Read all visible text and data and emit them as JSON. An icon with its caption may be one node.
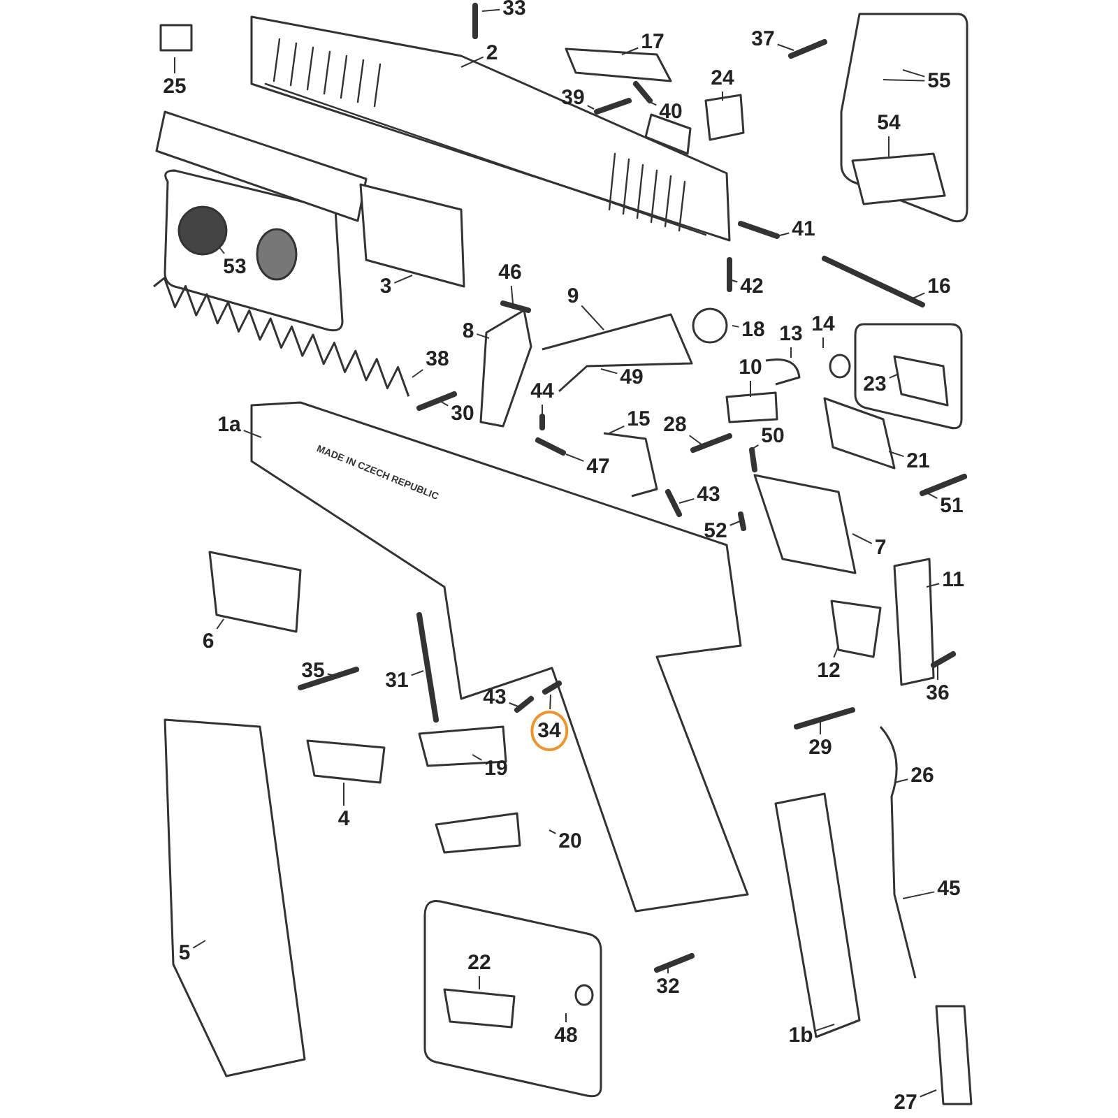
{
  "diagram": {
    "nodes": [
      {
        "text": [
          "25"
        ]
      },
      {
        "text": [
          "2"
        ]
      },
      {
        "text": [
          "33"
        ]
      },
      {
        "text": [
          "17"
        ]
      },
      {
        "text": [
          "37"
        ]
      },
      {
        "text": [
          "24"
        ]
      },
      {
        "text": [
          "55"
        ]
      },
      {
        "text": [
          "39"
        ]
      },
      {
        "text": [
          "40"
        ]
      },
      {
        "text": [
          "54"
        ]
      },
      {
        "text": [
          "53"
        ]
      },
      {
        "text": [
          "3"
        ]
      },
      {
        "text": [
          "46"
        ]
      },
      {
        "text": [
          "41"
        ]
      },
      {
        "text": [
          "42"
        ]
      },
      {
        "text": [
          "16"
        ]
      },
      {
        "text": [
          "8"
        ]
      },
      {
        "text": [
          "9"
        ]
      },
      {
        "text": [
          "18"
        ]
      },
      {
        "text": [
          "13"
        ]
      },
      {
        "text": [
          "14"
        ]
      },
      {
        "text": [
          "38"
        ]
      },
      {
        "text": [
          "30"
        ]
      },
      {
        "text": [
          "44"
        ]
      },
      {
        "text": [
          "49"
        ]
      },
      {
        "text": [
          "23"
        ]
      },
      {
        "text": [
          "1a"
        ]
      },
      {
        "text": [
          "10"
        ]
      },
      {
        "text": [
          "15"
        ]
      },
      {
        "text": [
          "28"
        ]
      },
      {
        "text": [
          "50"
        ]
      },
      {
        "text": [
          "21"
        ]
      },
      {
        "text": [
          "47"
        ]
      },
      {
        "text": [
          "43"
        ]
      },
      {
        "text": [
          "51"
        ]
      },
      {
        "text": [
          "52"
        ]
      },
      {
        "text": [
          "7"
        ]
      },
      {
        "text": [
          "6"
        ]
      },
      {
        "text": [
          "11"
        ]
      },
      {
        "text": [
          "12"
        ]
      },
      {
        "text": [
          "35"
        ]
      },
      {
        "text": [
          "31"
        ]
      },
      {
        "text": [
          "36"
        ]
      },
      {
        "text": [
          "43"
        ]
      },
      {
        "text": [
          "34"
        ]
      },
      {
        "text": [
          "29"
        ]
      },
      {
        "text": [
          "19"
        ]
      },
      {
        "text": [
          "4"
        ]
      },
      {
        "text": [
          "26"
        ]
      },
      {
        "text": [
          "20"
        ]
      },
      {
        "text": [
          "5"
        ]
      },
      {
        "text": [
          "45"
        ]
      },
      {
        "text": [
          "22"
        ]
      },
      {
        "text": [
          "32"
        ]
      },
      {
        "text": [
          "48"
        ]
      },
      {
        "text": [
          "1b"
        ]
      },
      {
        "text": [
          "27"
        ]
      }
    ],
    "edges": [
      {
        "from": 0,
        "to": null,
        "arrow": "none"
      },
      {
        "from": 1,
        "to": null,
        "arrow": "none"
      },
      {
        "from": 2,
        "to": null,
        "arrow": "none"
      },
      {
        "from": 3,
        "to": null,
        "arrow": "none"
      },
      {
        "from": 4,
        "to": null,
        "arrow": "none"
      },
      {
        "from": 5,
        "to": null,
        "arrow": "none"
      },
      {
        "from": 6,
        "to": null,
        "arrow": "none"
      },
      {
        "from": 6,
        "to": null,
        "arrow": "none"
      },
      {
        "from": 7,
        "to": null,
        "arrow": "none"
      },
      {
        "from": 8,
        "to": null,
        "arrow": "none"
      },
      {
        "from": 9,
        "to": null,
        "arrow": "none"
      },
      {
        "from": 10,
        "to": null,
        "arrow": "none"
      },
      {
        "from": 11,
        "to": null,
        "arrow": "none"
      },
      {
        "from": 12,
        "to": null,
        "arrow": "none"
      },
      {
        "from": 13,
        "to": null,
        "arrow": "none"
      },
      {
        "from": 14,
        "to": null,
        "arrow": "none"
      },
      {
        "from": 15,
        "to": null,
        "arrow": "none"
      },
      {
        "from": 16,
        "to": null,
        "arrow": "none"
      },
      {
        "from": 17,
        "to": null,
        "arrow": "none"
      },
      {
        "from": 18,
        "to": null,
        "arrow": "none"
      },
      {
        "from": 19,
        "to": null,
        "arrow": "none"
      },
      {
        "from": 20,
        "to": null,
        "arrow": "none"
      },
      {
        "from": 21,
        "to": null,
        "arrow": "none"
      },
      {
        "from": 22,
        "to": null,
        "arrow": "none"
      },
      {
        "from": 23,
        "to": null,
        "arrow": "none"
      },
      {
        "from": 24,
        "to": null,
        "arrow": "none"
      },
      {
        "from": 25,
        "to": null,
        "arrow": "none"
      },
      {
        "from": 26,
        "to": null,
        "arrow": "none"
      },
      {
        "from": 27,
        "to": null,
        "arrow": "none"
      },
      {
        "from": 28,
        "to": null,
        "arrow": "none"
      },
      {
        "from": 29,
        "to": null,
        "arrow": "none"
      },
      {
        "from": 30,
        "to": null,
        "arrow": "none"
      },
      {
        "from": 31,
        "to": null,
        "arrow": "none"
      },
      {
        "from": 32,
        "to": null,
        "arrow": "none"
      },
      {
        "from": 33,
        "to": null,
        "arrow": "none"
      },
      {
        "from": 34,
        "to": null,
        "arrow": "none"
      },
      {
        "from": 35,
        "to": null,
        "arrow": "none"
      },
      {
        "from": 36,
        "to": null,
        "arrow": "none"
      },
      {
        "from": 37,
        "to": null,
        "arrow": "none"
      },
      {
        "from": 38,
        "to": null,
        "arrow": "none"
      },
      {
        "from": 39,
        "to": null,
        "arrow": "none"
      },
      {
        "from": 40,
        "to": null,
        "arrow": "none"
      },
      {
        "from": 41,
        "to": null,
        "arrow": "none"
      },
      {
        "from": 42,
        "to": null,
        "arrow": "none"
      },
      {
        "from": 43,
        "to": null,
        "arrow": "none"
      },
      {
        "from": 44,
        "to": null,
        "arrow": "none"
      },
      {
        "from": 45,
        "to": null,
        "arrow": "none"
      },
      {
        "from": 46,
        "to": null,
        "arrow": "none"
      },
      {
        "from": 47,
        "to": null,
        "arrow": "none"
      },
      {
        "from": 48,
        "to": null,
        "arrow": "none"
      },
      {
        "from": 49,
        "to": null,
        "arrow": "none"
      },
      {
        "from": 50,
        "to": null,
        "arrow": "none"
      },
      {
        "from": 51,
        "to": null,
        "arrow": "none"
      },
      {
        "from": 52,
        "to": null,
        "arrow": "none"
      },
      {
        "from": 53,
        "to": null,
        "arrow": "none"
      },
      {
        "from": 54,
        "to": null,
        "arrow": "none"
      },
      {
        "from": 55,
        "to": null,
        "arrow": "none"
      },
      {
        "from": 56,
        "to": null,
        "arrow": "none"
      }
    ],
    "labels": [
      "MADE IN CZECH REPUBLIC"
    ]
  }
}
